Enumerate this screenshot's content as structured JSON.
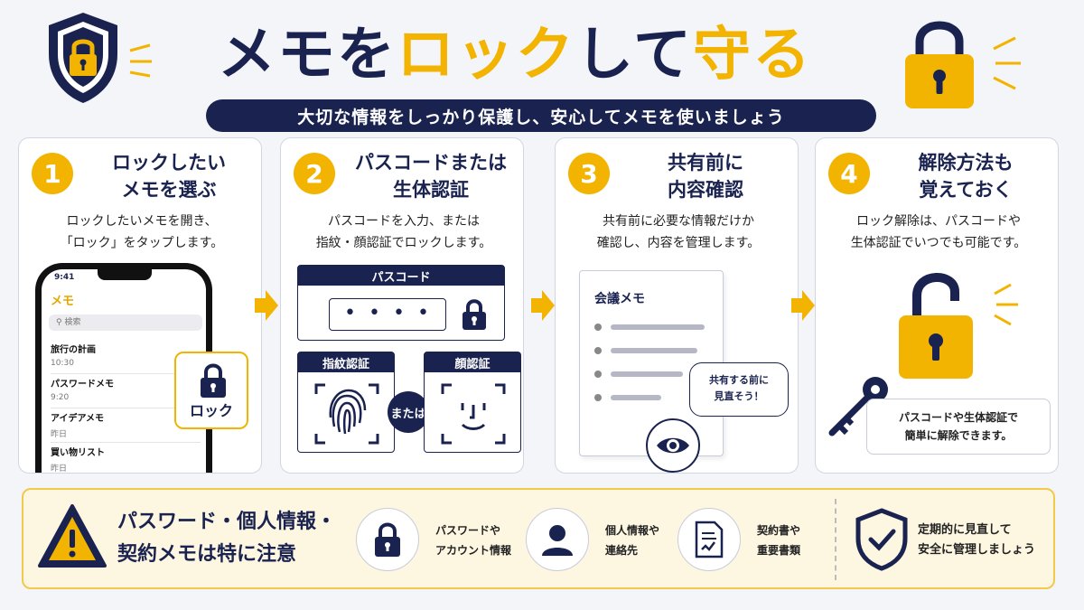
{
  "header": {
    "title_parts": [
      "メモを",
      "ロック",
      "して",
      "守る"
    ],
    "subtitle": "大切な情報をしっかり保護し、安心してメモを使いましょう"
  },
  "colors": {
    "navy": "#1a2350",
    "accent": "#f2b400",
    "band": "#fdf6e1"
  },
  "steps": [
    {
      "num": "1",
      "title": "ロックしたい\nメモを選ぶ",
      "desc": "ロックしたいメモを開き、\n「ロック」をタップします。"
    },
    {
      "num": "2",
      "title": "パスコードまたは\n生体認証",
      "desc": "パスコードを入力、または\n指紋・顔認証でロックします。"
    },
    {
      "num": "3",
      "title": "共有前に\n内容確認",
      "desc": "共有前に必要な情報だけか\n確認し、内容を管理します。"
    },
    {
      "num": "4",
      "title": "解除方法も\n覚えておく",
      "desc": "ロック解除は、パスコードや\n生体認証でいつでも可能です。"
    }
  ],
  "phone": {
    "status_time": "9:41",
    "app_title": "メモ",
    "search_placeholder": "検索",
    "memos": [
      {
        "title": "旅行の計画",
        "sub": "10:30"
      },
      {
        "title": "パスワードメモ",
        "sub": "9:20"
      },
      {
        "title": "アイデアメモ",
        "sub": "昨日"
      },
      {
        "title": "買い物リスト",
        "sub": "昨日"
      }
    ],
    "lock_label": "ロック"
  },
  "auth": {
    "passcode_label": "パスコード",
    "dots": "••••",
    "fingerprint_label": "指紋認証",
    "face_label": "顔認証",
    "or_label": "または"
  },
  "review": {
    "doc_title": "会議メモ",
    "bubble": "共有する前に\n見直そう！"
  },
  "unlock": {
    "note": "パスコードや生体認証で\n簡単に解除できます。"
  },
  "warning": {
    "text": "パスワード・個人情報・\n契約メモは特に注意",
    "items": [
      {
        "icon": "lock-icon",
        "label": "パスワードや\nアカウント情報"
      },
      {
        "icon": "person-icon",
        "label": "個人情報や\n連絡先"
      },
      {
        "icon": "contract-icon",
        "label": "契約書や\n重要書類"
      }
    ],
    "final": "定期的に見直して\n安全に管理しましょう"
  }
}
